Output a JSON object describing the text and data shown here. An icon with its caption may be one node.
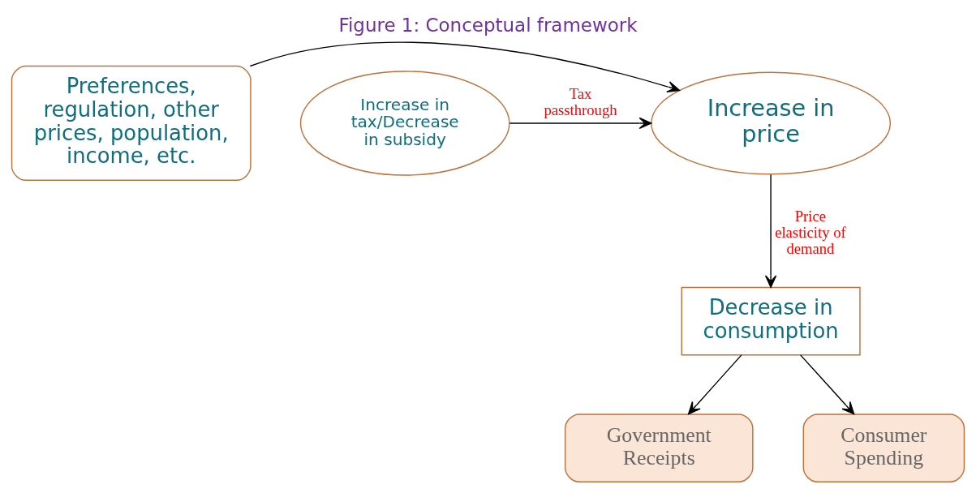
{
  "diagram": {
    "title": "Figure 1: Conceptual framework",
    "nodes": [
      {
        "text": [
          "Preferences, regulation, other prices, population, income, etc."
        ]
      },
      {
        "text": [
          "Increase in price"
        ]
      },
      {
        "text": [
          "Increase in tax/Decrease in subsidy"
        ]
      },
      {
        "text": [
          "Decrease in consumption"
        ]
      },
      {
        "text": [
          "Government Receipts"
        ]
      },
      {
        "text": [
          "Consumer Spending"
        ]
      }
    ],
    "edges": [
      {
        "from": 0,
        "to": 1,
        "arrow": "to"
      },
      {
        "from": 2,
        "to": 1,
        "arrow": "to",
        "label": "Tax passthrough"
      },
      {
        "from": 1,
        "to": 3,
        "arrow": "to",
        "label": "Price elasticity of demand"
      },
      {
        "from": 3,
        "to": 4,
        "arrow": "to"
      },
      {
        "from": 3,
        "to": 5,
        "arrow": "to"
      }
    ]
  }
}
